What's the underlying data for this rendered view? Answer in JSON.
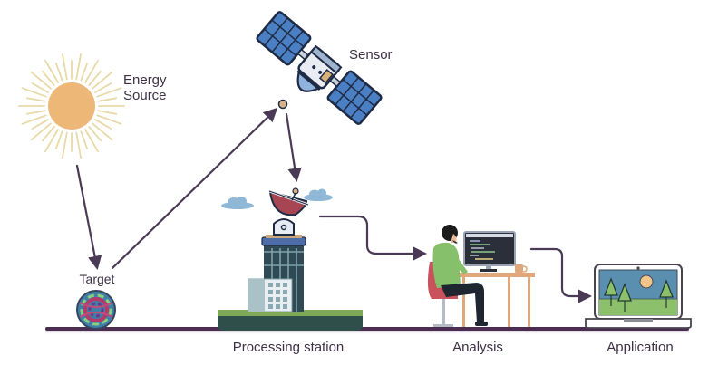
{
  "diagram": {
    "title": "Remote sensing process",
    "nodes": {
      "energy_source": {
        "label_line1": "Energy",
        "label_line2": "Source"
      },
      "sensor": {
        "label": "Sensor"
      },
      "target": {
        "label": "Target"
      },
      "processing_station": {
        "label": "Processing station"
      },
      "analysis": {
        "label": "Analysis"
      },
      "application": {
        "label": "Application"
      }
    },
    "flow": [
      {
        "from": "Energy Source",
        "to": "Target"
      },
      {
        "from": "Target",
        "to": "Sensor"
      },
      {
        "from": "Sensor",
        "to": "Processing station"
      },
      {
        "from": "Processing station",
        "to": "Analysis"
      },
      {
        "from": "Analysis",
        "to": "Application"
      }
    ],
    "colors": {
      "arrow": "#4a3a55",
      "ground": "#4b2d52",
      "sun": "#edb877",
      "sun_rays": "#e8d9a8",
      "panel": "#4b7fc4",
      "dish": "#a84552",
      "grass": "#7fa957",
      "building": "#2f4a54",
      "label": "#3e3146"
    }
  }
}
